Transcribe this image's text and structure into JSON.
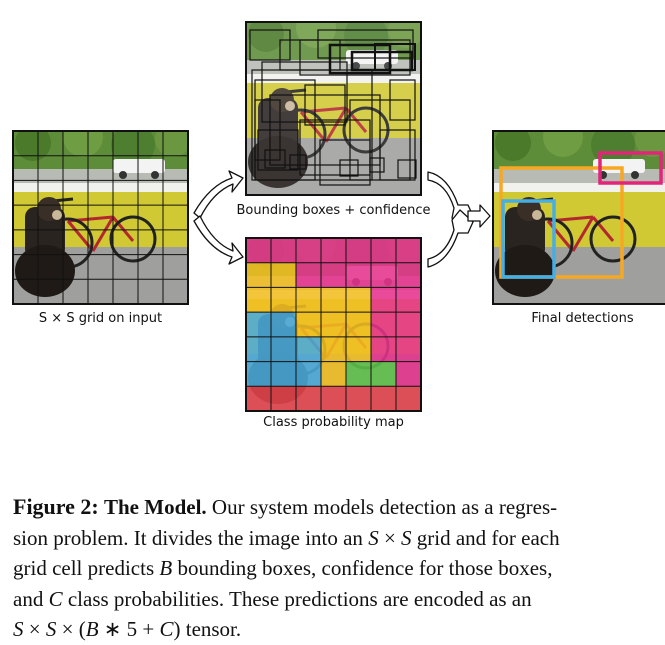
{
  "figure": {
    "panels": {
      "input": {
        "label": "S × S grid on input"
      },
      "boxes": {
        "label": "Bounding boxes + confidence"
      },
      "classmap": {
        "label": "Class probability map",
        "grid": [
          [
            "M",
            "M",
            "M",
            "M",
            "M",
            "M",
            "M"
          ],
          [
            "Y",
            "Y",
            "M",
            "M",
            "M",
            "M",
            "M"
          ],
          [
            "Y",
            "Y",
            "Y",
            "Y",
            "Y",
            "M",
            "M"
          ],
          [
            "B",
            "B",
            "Y",
            "Y",
            "Y",
            "M",
            "M"
          ],
          [
            "B",
            "B",
            "B",
            "Y",
            "Y",
            "M",
            "M"
          ],
          [
            "B",
            "B",
            "B",
            "Y",
            "G",
            "G",
            "M"
          ],
          [
            "R",
            "R",
            "R",
            "R",
            "R",
            "R",
            "R"
          ]
        ],
        "colors": {
          "M": "#e7338e",
          "Y": "#f2be21",
          "B": "#4aaad9",
          "G": "#5fc24a",
          "R": "#e6444c"
        }
      },
      "detections": {
        "label": "Final detections",
        "box_colors": [
          "#f7a823",
          "#45aee5",
          "#e3257a"
        ]
      }
    }
  },
  "caption": {
    "fig_label": "Figure 2:",
    "title": "The Model.",
    "l1": "Our system models detection as a regres-",
    "l2a": "sion problem. It divides the image into an",
    "l2b": "grid and for each",
    "l3a": "grid cell predicts",
    "l3b": "bounding boxes, confidence for those boxes,",
    "l4a": "and",
    "l4b": "class probabilities.  These predictions are encoded as an",
    "l5b": "tensor.",
    "S": "S",
    "times": "×",
    "B": "B",
    "C": "C",
    "tensor_expr_open": "(",
    "tensor_expr_mid": "∗ 5 +",
    "tensor_expr_close": ")"
  }
}
